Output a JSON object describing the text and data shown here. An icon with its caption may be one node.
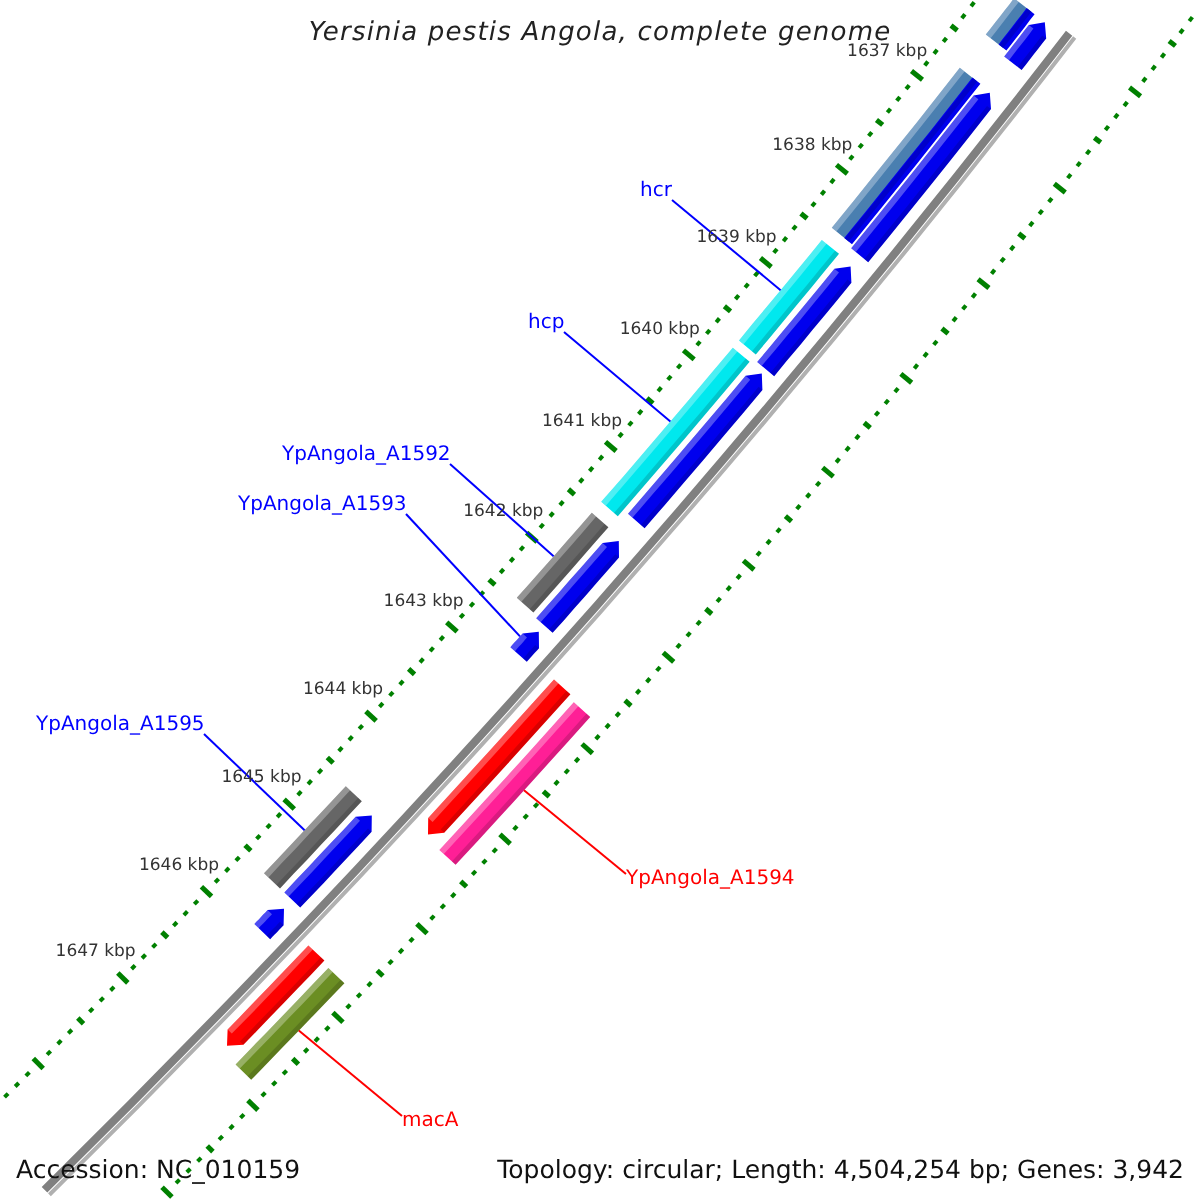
{
  "diagram": {
    "title": "Yersinia pestis Angola, complete genome",
    "nodes": [
      {
        "text": [
          "hcr"
        ]
      },
      {
        "text": [
          "hcp"
        ]
      },
      {
        "text": [
          "YpAngola_A1592"
        ]
      },
      {
        "text": [
          "YpAngola_A1593"
        ]
      },
      {
        "text": [
          "YpAngola_A1595"
        ]
      },
      {
        "text": [
          "YpAngola_A1594"
        ]
      },
      {
        "text": [
          "macA"
        ]
      },
      {
        "text": [],
        "shape": "bar"
      },
      {
        "text": [],
        "shape": "arrow"
      },
      {
        "text": [],
        "shape": "bar"
      },
      {
        "text": [],
        "shape": "arrow"
      },
      {
        "text": [],
        "shape": "bar"
      },
      {
        "text": [],
        "shape": "arrow"
      },
      {
        "text": [],
        "shape": "bar"
      },
      {
        "text": [],
        "shape": "arrow"
      },
      {
        "text": [],
        "shape": "bar"
      },
      {
        "text": [],
        "shape": "arrow"
      },
      {
        "text": [],
        "shape": "arrow"
      },
      {
        "text": [],
        "shape": "arrow"
      },
      {
        "text": [],
        "shape": "bar"
      },
      {
        "text": [],
        "shape": "bar"
      },
      {
        "text": [],
        "shape": "arrow"
      },
      {
        "text": [],
        "shape": "arrow"
      },
      {
        "text": [],
        "shape": "arrow"
      },
      {
        "text": [],
        "shape": "bar"
      }
    ],
    "edges": [
      {
        "from": 0,
        "to": 11,
        "arrow": "none"
      },
      {
        "from": 1,
        "to": 13,
        "arrow": "none"
      },
      {
        "from": 2,
        "to": 15,
        "arrow": "none"
      },
      {
        "from": 3,
        "to": 17,
        "arrow": "none"
      },
      {
        "from": 4,
        "to": 20,
        "arrow": "none"
      },
      {
        "from": 5,
        "to": 19,
        "arrow": "none",
        "color": "#ff0000"
      },
      {
        "from": 6,
        "to": 24,
        "arrow": "none",
        "color": "#ff0000"
      }
    ],
    "labels": [
      "1637 kbp",
      "1638 kbp",
      "1639 kbp",
      "1640 kbp",
      "1641 kbp",
      "1642 kbp",
      "1643 kbp",
      "1644 kbp",
      "1645 kbp",
      "1646 kbp",
      "1647 kbp",
      "Accession: NC_010159",
      "Topology: circular; Length: 4,504,254 bp; Genes: 3,942"
    ]
  }
}
